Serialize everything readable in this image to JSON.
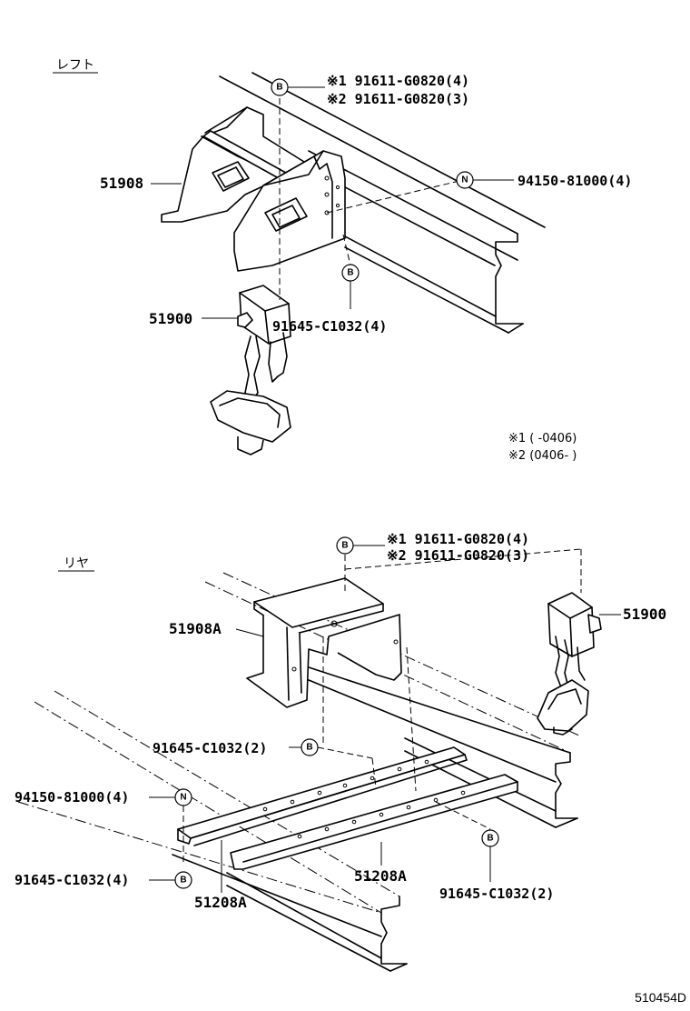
{
  "sections": {
    "left": "レフト",
    "rear": "リヤ"
  },
  "circle_letters": {
    "b": "B",
    "n": "N"
  },
  "top": {
    "bolt_line1": "※1 91611-G0820(4)",
    "bolt_line2": "※2 91611-G0820(3)",
    "nut": "94150-81000(4)",
    "bracket": "51908",
    "carrier": "51900",
    "bolt2": "91645-C1032(4)"
  },
  "notes": {
    "note1": "※1 (     -0406)",
    "note2": "※2 (0406-     )"
  },
  "bottom": {
    "bolt_line1": "※1 91611-G0820(4)",
    "bolt_line2": "※2 91611-G0820(3)",
    "carrier": "51900",
    "bracket": "51908A",
    "bolt_mid": "91645-C1032(2)",
    "nut": "94150-81000(4)",
    "bolt_left": "91645-C1032(4)",
    "rail_right": "51208A",
    "rail_left": "51208A",
    "bolt_right": "91645-C1032(2)"
  },
  "diagram_code": "510454D"
}
